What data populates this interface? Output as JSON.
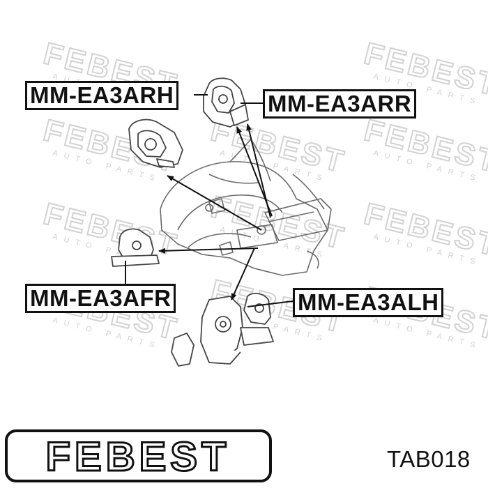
{
  "labels": {
    "rh": "MM-EA3ARH",
    "rr": "MM-EA3ARR",
    "fr": "MM-EA3AFR",
    "lh": "MM-EA3ALH"
  },
  "brand": {
    "name": "FEBEST",
    "watermark_main": "FEBEST",
    "watermark_sub": "AUTO PARTS"
  },
  "part_number": "TAB018",
  "colors": {
    "ink": "#111111",
    "watermark": "#d2d2d2",
    "drawing": "#6a6a6a"
  }
}
